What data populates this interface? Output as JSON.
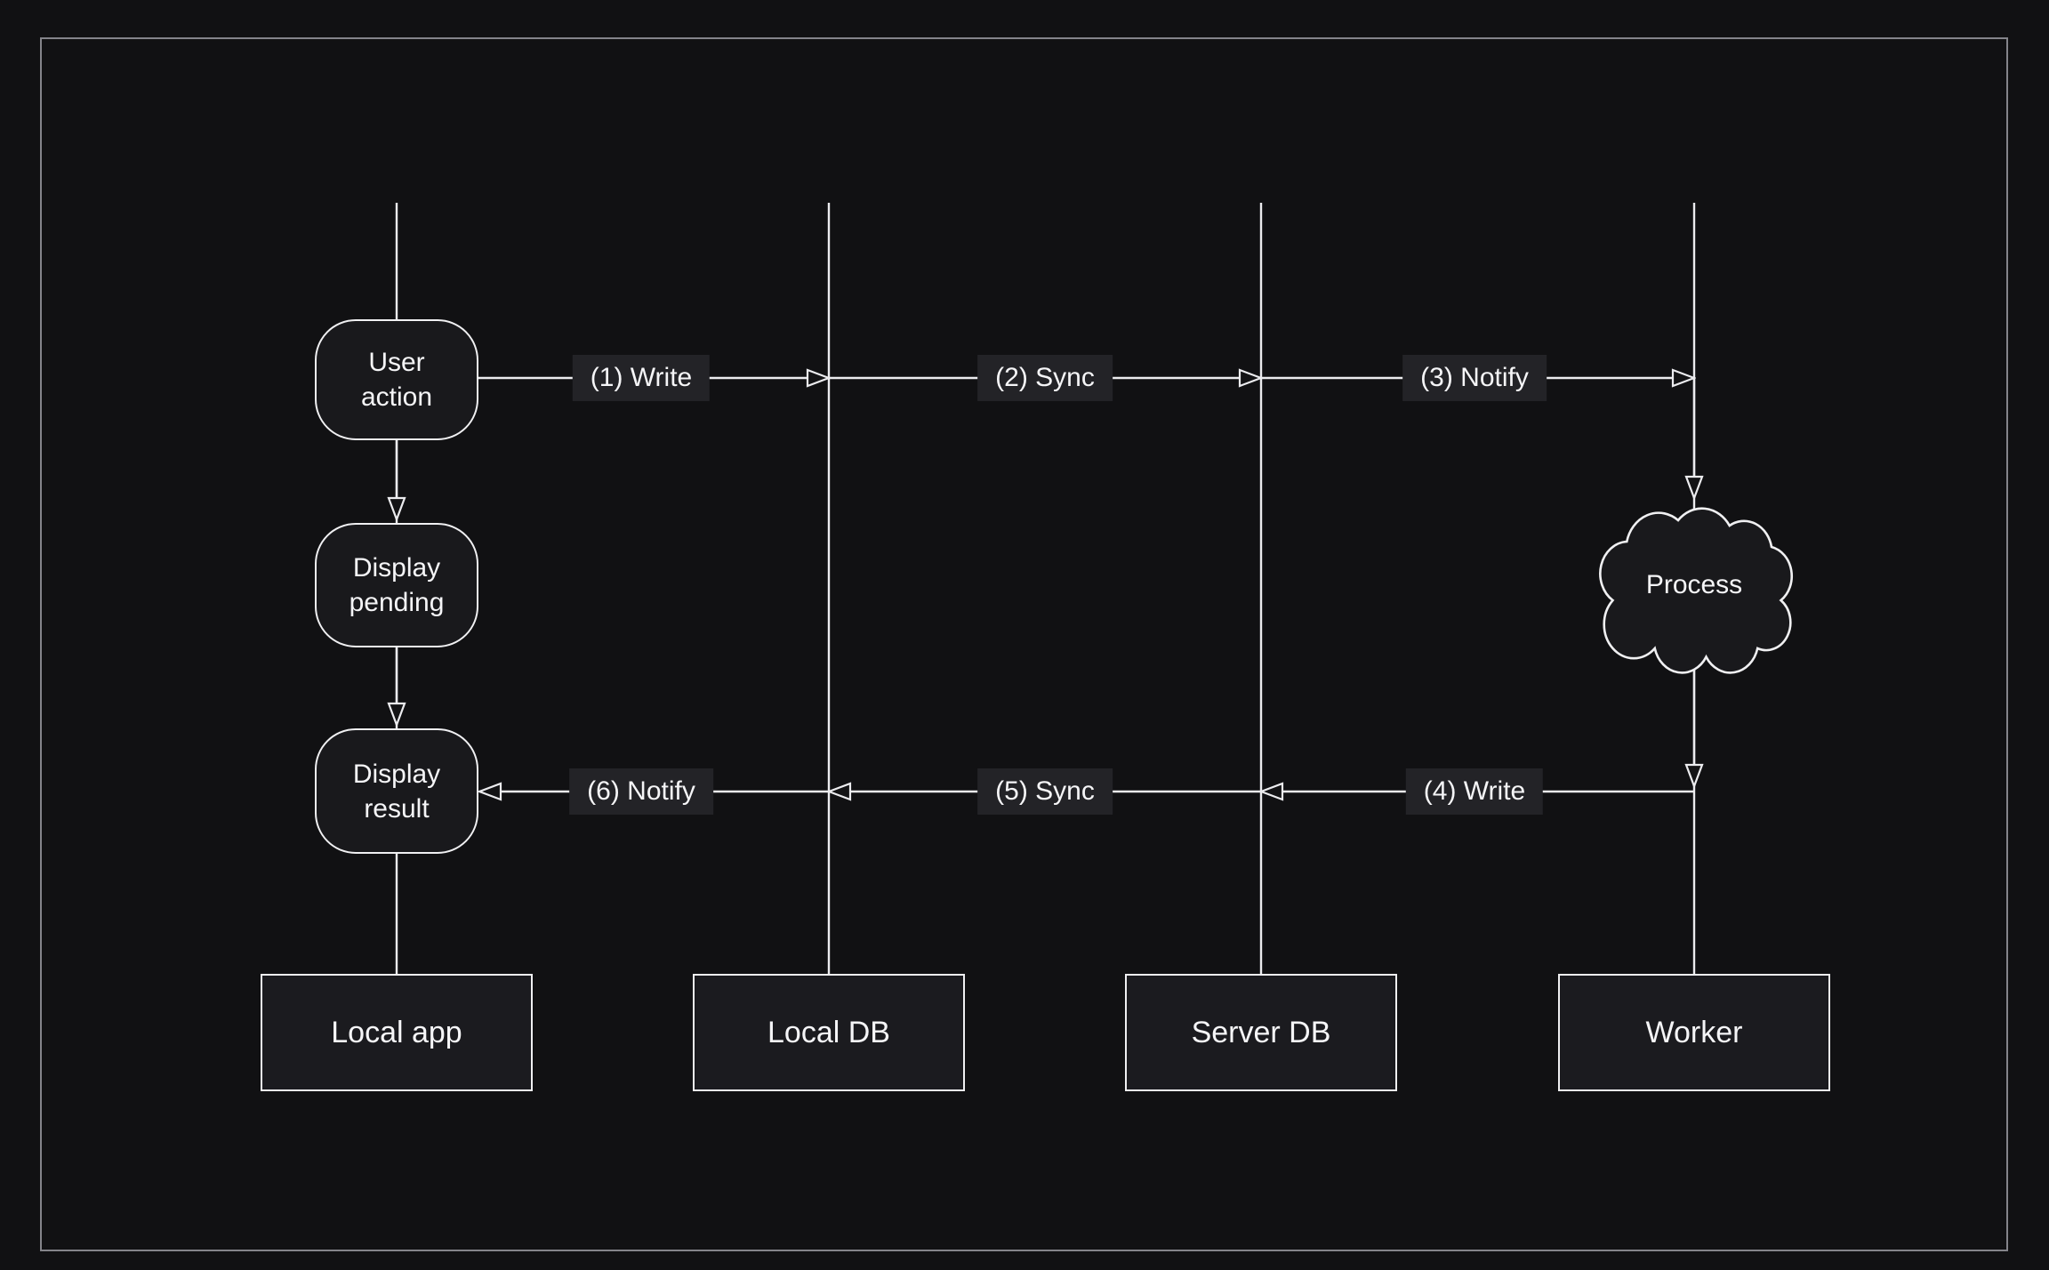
{
  "colors": {
    "background": "#111113",
    "frame_border": "#84848a",
    "line": "#ececef",
    "node_fill": "#19191c",
    "label_bg": "#232327",
    "text": "#f5f5f7"
  },
  "nodes": {
    "user_action": "User action",
    "display_pending": "Display pending",
    "display_result": "Display result",
    "process": "Process"
  },
  "lanes": {
    "local_app": "Local app",
    "local_db": "Local DB",
    "server_db": "Server DB",
    "worker": "Worker"
  },
  "messages": {
    "m1": "(1) Write",
    "m2": "(2) Sync",
    "m3": "(3) Notify",
    "m4": "(4) Write",
    "m5": "(5) Sync",
    "m6": "(6) Notify"
  }
}
